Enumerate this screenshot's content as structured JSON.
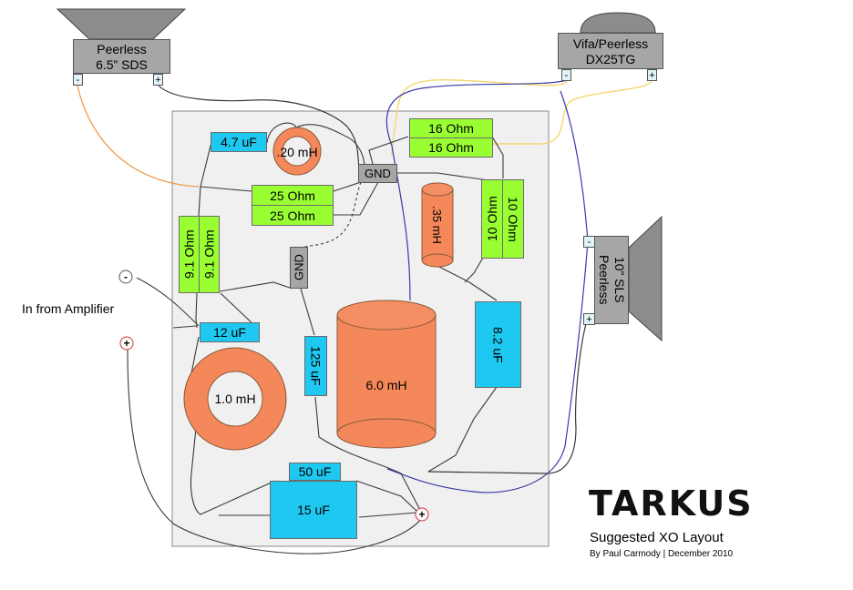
{
  "woofer_top": {
    "line1": "Peerless",
    "line2": "6.5” SDS",
    "minus": "-",
    "plus": "+"
  },
  "tweeter": {
    "line1": "Vifa/Peerless",
    "line2": "DX25TG",
    "minus": "-",
    "plus": "+"
  },
  "woofer_right": {
    "line1": "Peerless",
    "line2": "10” SLS",
    "minus": "-",
    "plus": "+"
  },
  "components": {
    "c_4_7": "4.7 uF",
    "l_20": ".20 mH",
    "r_25a": "25 Ohm",
    "r_25b": "25 Ohm",
    "gnd_top": "GND",
    "r_16a": "16 Ohm",
    "r_16b": "16 Ohm",
    "l_35": ".35 mH",
    "r_10a": "10 Ohm",
    "r_10b": "10 Ohm",
    "r_9_1a": "9.1 Ohm",
    "r_9_1b": "9.1 Ohm",
    "gnd_mid": "GND",
    "c_12": "12 uF",
    "c_125": "125 uF",
    "l_6": "6.0 mH",
    "c_8_2": "8.2 uF",
    "l_1": "1.0 mH",
    "c_50": "50 uF",
    "c_15": "15 uF"
  },
  "input": {
    "label": "In from Amplifier",
    "minus": "-",
    "plus": "+",
    "board_plus": "+"
  },
  "footer": {
    "title": "TARKUS",
    "subtitle": "Suggested XO Layout",
    "credit": "By Paul Carmody | December 2010"
  },
  "colors": {
    "board": "#f0f0f0",
    "resistor": "#99ff33",
    "capacitor": "#1ec8f0",
    "inductor": "#f4885a",
    "ground_box": "#a6a6a6",
    "wire_dark": "#3a3a3a",
    "wire_orange": "#f29a4a",
    "wire_yellow": "#f5d76e",
    "wire_blue": "#3a3aa8"
  }
}
